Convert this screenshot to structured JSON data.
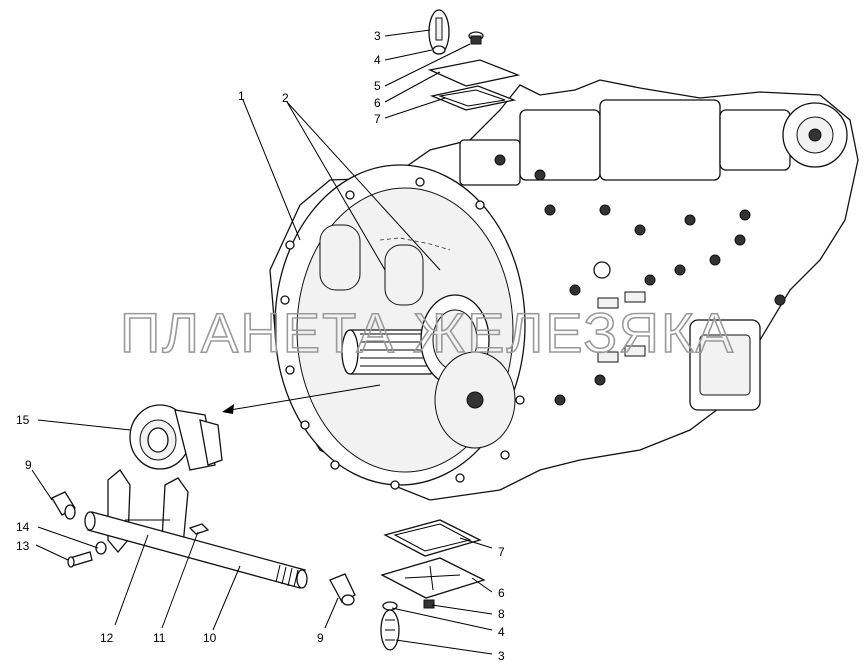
{
  "watermark": "ПЛАНЕТА ЖЕЛЕЗЯКА",
  "callouts": {
    "c1": "1",
    "c2": "2",
    "c3a": "3",
    "c4a": "4",
    "c5": "5",
    "c6a": "6",
    "c7a": "7",
    "c15": "15",
    "c9a": "9",
    "c14": "14",
    "c13": "13",
    "c12": "12",
    "c11": "11",
    "c10": "10",
    "c9b": "9",
    "c7b": "7",
    "c6b": "6",
    "c8": "8",
    "c4b": "4",
    "c3b": "3"
  }
}
